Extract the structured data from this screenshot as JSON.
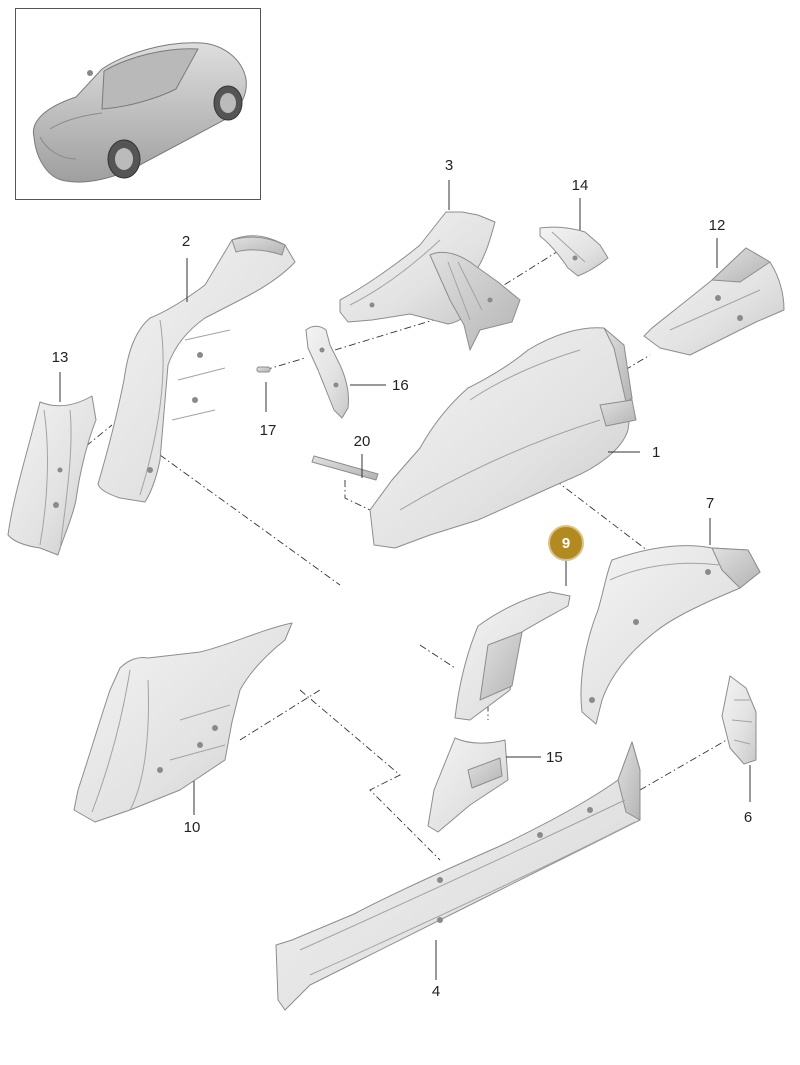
{
  "callouts": [
    {
      "id": "1",
      "label": "1"
    },
    {
      "id": "2",
      "label": "2"
    },
    {
      "id": "3",
      "label": "3"
    },
    {
      "id": "4",
      "label": "4"
    },
    {
      "id": "6",
      "label": "6"
    },
    {
      "id": "7",
      "label": "7"
    },
    {
      "id": "9",
      "label": "9",
      "highlighted": true
    },
    {
      "id": "10",
      "label": "10"
    },
    {
      "id": "12",
      "label": "12"
    },
    {
      "id": "13",
      "label": "13"
    },
    {
      "id": "14",
      "label": "14"
    },
    {
      "id": "15",
      "label": "15"
    },
    {
      "id": "16",
      "label": "16"
    },
    {
      "id": "17",
      "label": "17"
    },
    {
      "id": "20",
      "label": "20"
    }
  ],
  "colors": {
    "highlight_fill": "#b38a22",
    "highlight_ring": "#d9c38a",
    "metal_light": "#f1f1f1",
    "metal_dark": "#c9c9c9",
    "line": "#333333"
  },
  "inset": {
    "icon": "car-overview-icon"
  }
}
